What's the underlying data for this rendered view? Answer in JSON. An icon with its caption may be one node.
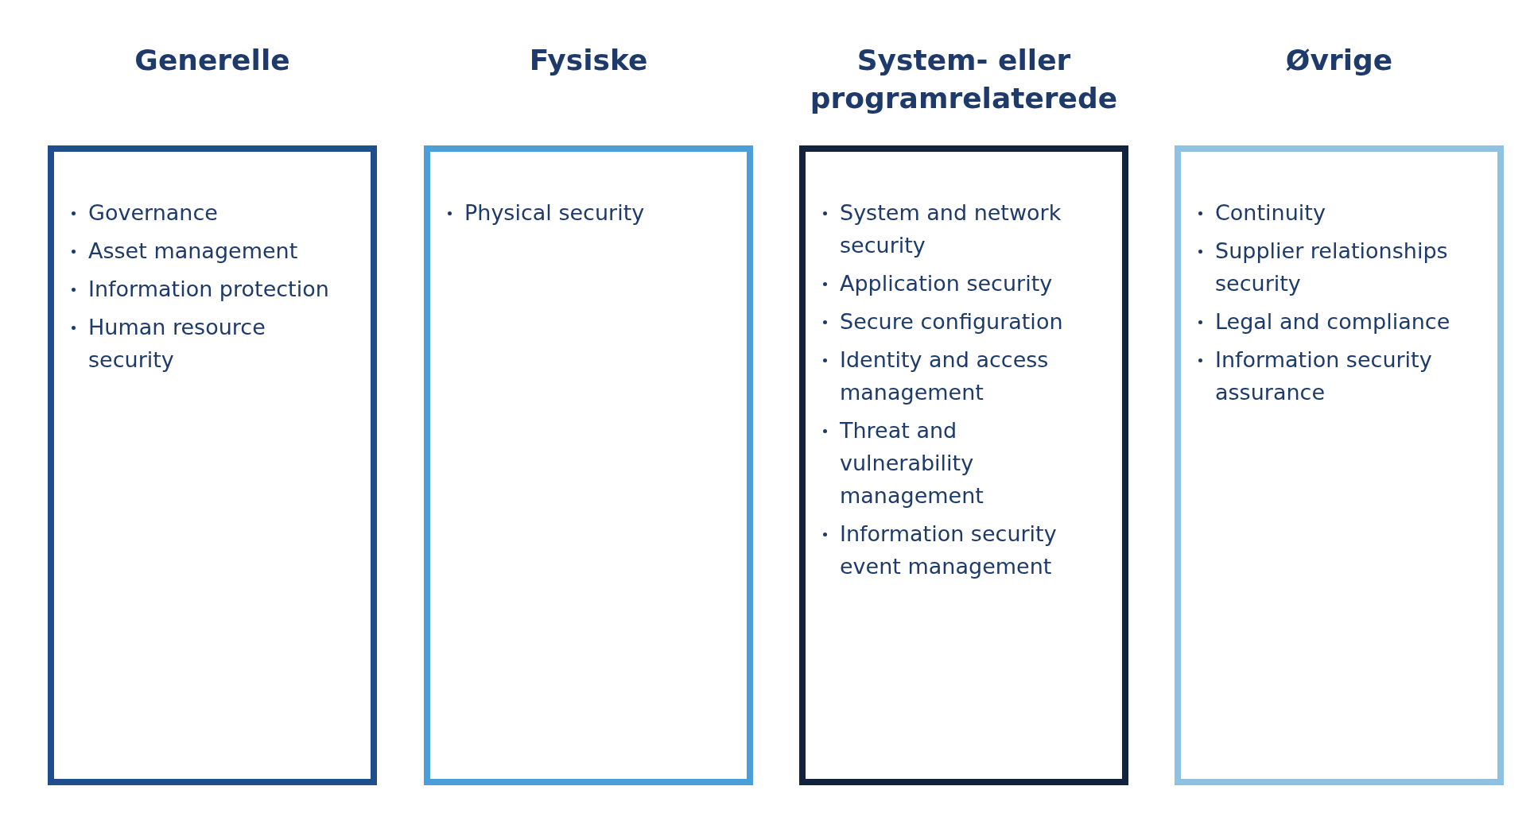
{
  "diagram": {
    "nodes": [
      {
        "text": [
          "Generelle",
          "Governance",
          "Asset management",
          "Information protection",
          "Human resource security"
        ]
      },
      {
        "text": [
          "Fysiske",
          "Physical security"
        ]
      },
      {
        "text": [
          "System- eller programrelaterede",
          "System and network security",
          "Application security",
          "Secure configuration",
          "Identity and access management",
          "Threat and vulnerability management",
          "Information security event management"
        ]
      },
      {
        "text": [
          "Øvrige",
          "Continuity",
          "Supplier relationships security",
          "Legal and compliance",
          "Information security assurance"
        ]
      }
    ]
  }
}
